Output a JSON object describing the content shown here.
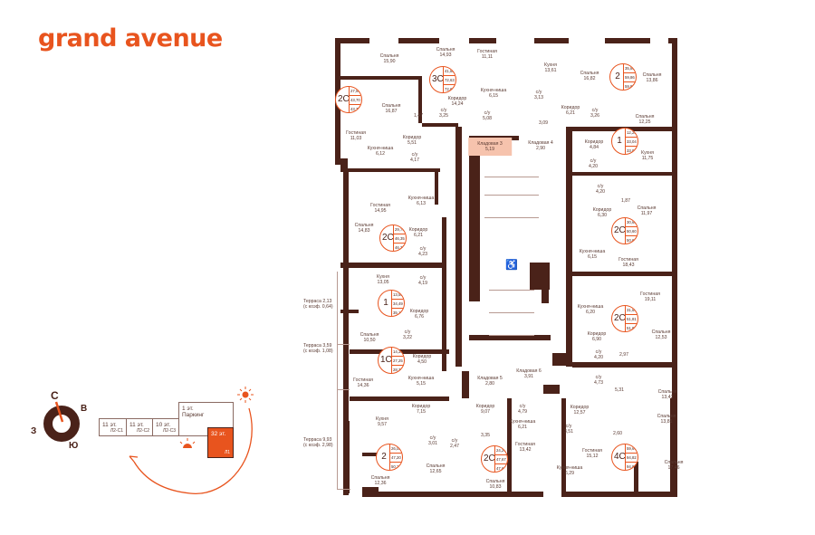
{
  "brand": {
    "logo": "grand avenue",
    "accent": "#e8541e",
    "wall_color": "#4a2219"
  },
  "compass": {
    "north": "С",
    "east": "В",
    "west": "З",
    "south": "Ю"
  },
  "sections": [
    {
      "floors": "11 эт.",
      "code": "Л2-С1"
    },
    {
      "floors": "11 эт.",
      "code": "Л2-С2"
    },
    {
      "floors": "10 эт.",
      "code": "Л2-С3"
    },
    {
      "floors": "1 эт.",
      "code": "Паркинг"
    },
    {
      "floors": "32 эт.",
      "code": "Л1",
      "selected": true
    }
  ],
  "rooms": [
    {
      "name": "Спальня",
      "area": "15,90"
    },
    {
      "name": "Спальня",
      "area": "14,93"
    },
    {
      "name": "Гостиная",
      "area": "11,11"
    },
    {
      "name": "Кухня",
      "area": "13,61"
    },
    {
      "name": "Кухня-ниша",
      "area": "6,15"
    },
    {
      "name": "Коридор",
      "area": "14,24"
    },
    {
      "name": "Спальня",
      "area": "16,87"
    },
    {
      "name": "",
      "area": "1,47"
    },
    {
      "name": "с/у",
      "area": "3,25"
    },
    {
      "name": "с/у",
      "area": "5,08"
    },
    {
      "name": "с/у",
      "area": "3,13"
    },
    {
      "name": "",
      "area": "3,09"
    },
    {
      "name": "Гостиная",
      "area": "11,03"
    },
    {
      "name": "Коридор",
      "area": "5,51"
    },
    {
      "name": "Кухня-ниша",
      "area": "6,12"
    },
    {
      "name": "с/у",
      "area": "4,17"
    },
    {
      "name": "Кладовая 3",
      "area": "5,19"
    },
    {
      "name": "Кладовая 4",
      "area": "2,90"
    },
    {
      "name": "Спальня",
      "area": "16,82"
    },
    {
      "name": "Спальня",
      "area": "13,86"
    },
    {
      "name": "Коридор",
      "area": "6,21"
    },
    {
      "name": "с/у",
      "area": "3,26"
    },
    {
      "name": "Спальня",
      "area": "12,25"
    },
    {
      "name": "Коридор",
      "area": "4,84"
    },
    {
      "name": "с/у",
      "area": "4,20"
    },
    {
      "name": "Кухня",
      "area": "11,75"
    },
    {
      "name": "с/у",
      "area": "4,20"
    },
    {
      "name": "",
      "area": "1,87"
    },
    {
      "name": "Спальня",
      "area": "11,97"
    },
    {
      "name": "Коридор",
      "area": "6,30"
    },
    {
      "name": "Кухня-ниша",
      "area": "6,15"
    },
    {
      "name": "Гостиная",
      "area": "18,43"
    },
    {
      "name": "Гостиная",
      "area": "19,11"
    },
    {
      "name": "Кухня-ниша",
      "area": "6,20"
    },
    {
      "name": "Коридор",
      "area": "6,90"
    },
    {
      "name": "Спальня",
      "area": "12,53"
    },
    {
      "name": "с/у",
      "area": "4,20"
    },
    {
      "name": "",
      "area": "2,97"
    },
    {
      "name": "с/у",
      "area": "4,73"
    },
    {
      "name": "",
      "area": "5,31"
    },
    {
      "name": "Спальня",
      "area": "13,42"
    },
    {
      "name": "Гостиная",
      "area": "14,95"
    },
    {
      "name": "Кухня-ниша",
      "area": "6,13"
    },
    {
      "name": "Спальня",
      "area": "14,83"
    },
    {
      "name": "Коридор",
      "area": "6,21"
    },
    {
      "name": "с/у",
      "area": "4,23"
    },
    {
      "name": "с/у",
      "area": "4,19"
    },
    {
      "name": "Кухня",
      "area": "13,05"
    },
    {
      "name": "Коридор",
      "area": "6,76"
    },
    {
      "name": "Спальня",
      "area": "10,50"
    },
    {
      "name": "с/у",
      "area": "3,22"
    },
    {
      "name": "Коридор",
      "area": "4,50"
    },
    {
      "name": "Гостиная",
      "area": "14,36"
    },
    {
      "name": "Кухня-ниша",
      "area": "5,15"
    },
    {
      "name": "Коридор",
      "area": "7,15"
    },
    {
      "name": "Кухня",
      "area": "9,57"
    },
    {
      "name": "с/у",
      "area": "3,01"
    },
    {
      "name": "с/у",
      "area": "2,47"
    },
    {
      "name": "Спальня",
      "area": "12,36"
    },
    {
      "name": "Спальня",
      "area": "12,65"
    },
    {
      "name": "Кладовая 5",
      "area": "2,80"
    },
    {
      "name": "Кладовая 6",
      "area": "3,91"
    },
    {
      "name": "Коридор",
      "area": "9,07"
    },
    {
      "name": "с/у",
      "area": "4,79"
    },
    {
      "name": "",
      "area": "3,35"
    },
    {
      "name": "Кухня-ниша",
      "area": "6,21"
    },
    {
      "name": "Гостиная",
      "area": "13,42"
    },
    {
      "name": "Спальня",
      "area": "10,83"
    },
    {
      "name": "Коридор",
      "area": "12,57"
    },
    {
      "name": "с/у",
      "area": "3,51"
    },
    {
      "name": "",
      "area": "2,60"
    },
    {
      "name": "Спальня",
      "area": "13,81"
    },
    {
      "name": "Гостиная",
      "area": "15,12"
    },
    {
      "name": "Кухня-ниша",
      "area": "6,29"
    },
    {
      "name": "Спальня",
      "area": "17,46"
    }
  ],
  "apartments": [
    {
      "type": "3С",
      "values": [
        "41,88",
        "72,63",
        "72,63"
      ]
    },
    {
      "type": "2С",
      "values": [
        "27,90",
        "43,70",
        "43,70"
      ]
    },
    {
      "type": "2",
      "values": [
        "35,86",
        "59,86",
        "59,86"
      ]
    },
    {
      "type": "1",
      "values": [
        "12,25",
        "33,04",
        "33,04"
      ]
    },
    {
      "type": "2С",
      "values": [
        "30,60",
        "50,60",
        "50,60"
      ]
    },
    {
      "type": "2С",
      "values": [
        "31,64",
        "51,81",
        "51,81"
      ]
    },
    {
      "type": "2С",
      "values": [
        "29,76",
        "46,35",
        "46,35"
      ]
    },
    {
      "type": "1",
      "values": [
        "13,50",
        "34,49",
        "35,13"
      ]
    },
    {
      "type": "1С",
      "values": [
        "14,38",
        "27,25",
        "28,33"
      ]
    },
    {
      "type": "2",
      "values": [
        "26,02",
        "47,20",
        "50,21"
      ]
    },
    {
      "type": "2С",
      "values": [
        "24,27",
        "47,67",
        "47,67"
      ]
    },
    {
      "type": "4С",
      "values": [
        "59,67",
        "94,82",
        "94,82"
      ]
    }
  ],
  "terraces": [
    {
      "name": "Терраса 2,13",
      "coef": "(с коэф. 0,64)"
    },
    {
      "name": "Терраса 3,59",
      "coef": "(с коэф. 1,08)"
    },
    {
      "name": "Терраса 9,93",
      "coef": "(с коэф. 2,98)"
    }
  ]
}
